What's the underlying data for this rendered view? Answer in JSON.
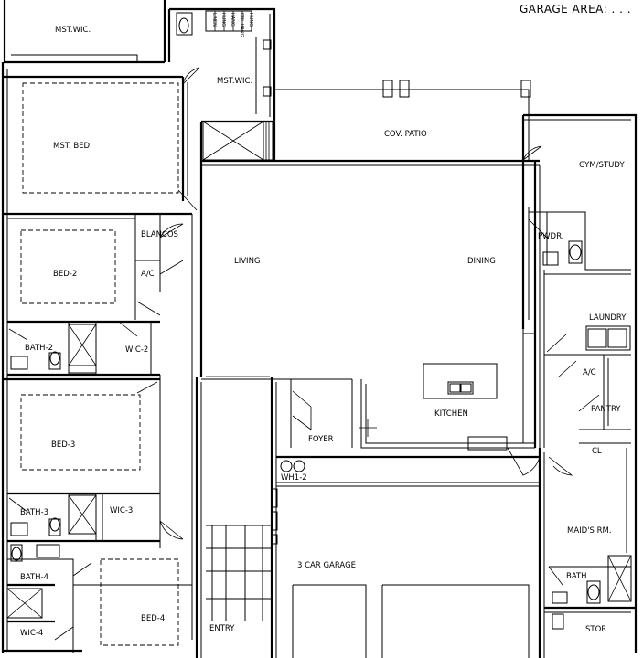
{
  "header": {
    "title": "GARAGE AREA: . . ."
  },
  "rooms": {
    "mst_wic_1": "MST.WIC.",
    "mst_wic_2": "MST.WIC.",
    "mst_bed": "MST. BED",
    "cov_patio": "COV. PATIO",
    "gym_study": "GYM/STUDY",
    "blancos": "BLANCOS",
    "ac_1": "A/C",
    "bed_2": "BED-2",
    "living": "LIVING",
    "dining": "DINING",
    "pwdr": "PWDR.",
    "laundry": "LAUNDRY",
    "bath_2": "BATH-2",
    "wic_2": "WIC-2",
    "ac_2": "A/C",
    "pantry": "PANTRY",
    "kitchen": "KITCHEN",
    "foyer": "FOYER",
    "bed_3": "BED-3",
    "cl": "CL",
    "wh": "WH1-2",
    "bath_3": "BATH-3",
    "wic_3": "WIC-3",
    "maids_rm": "MAID'S RM.",
    "three_car_garage": "3 CAR GARAGE",
    "bath_4": "BATH-4",
    "bath": "BATH",
    "bed_4": "BED-4",
    "stor": "STOR",
    "wic_4": "WIC-4",
    "entry": "ENTRY"
  },
  "shelf_labels": [
    "LINEN",
    "HUNG",
    "HANG",
    "DBL HANG",
    "HUNG"
  ]
}
